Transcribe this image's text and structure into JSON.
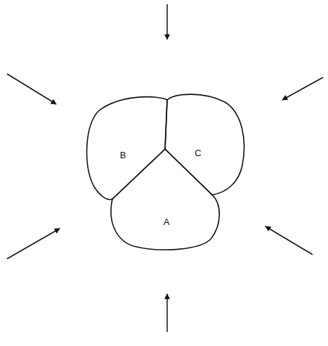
{
  "diagram": {
    "nodes": [
      {
        "text": [
          "B"
        ]
      },
      {
        "text": [
          "C"
        ]
      },
      {
        "text": [
          "A"
        ]
      }
    ]
  }
}
